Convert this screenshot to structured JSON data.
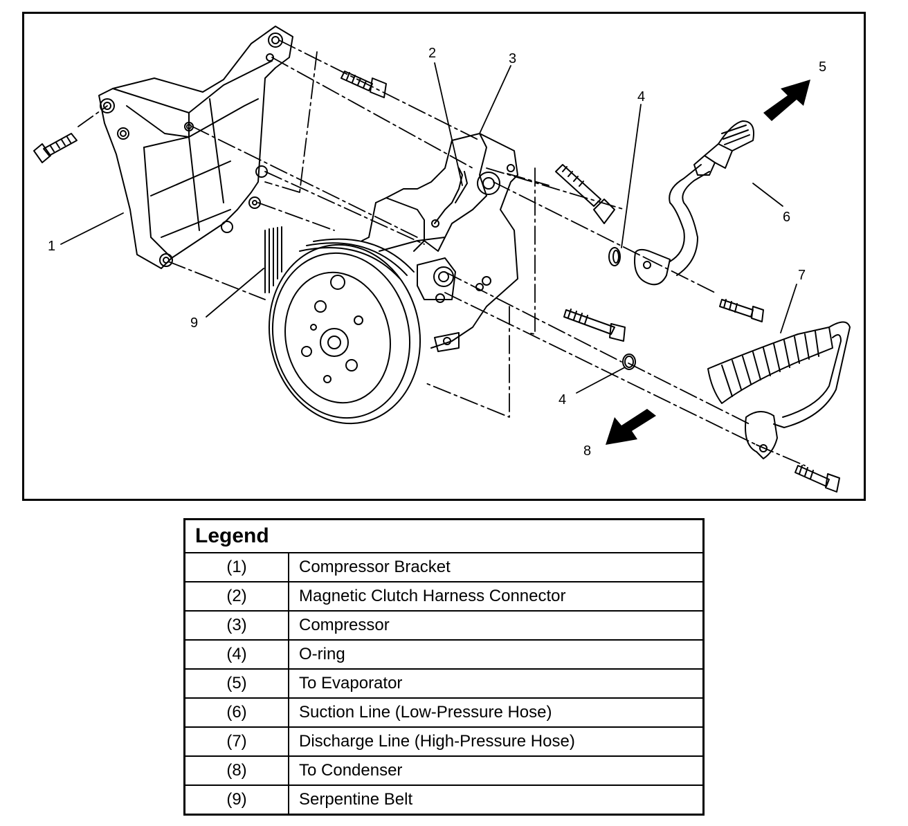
{
  "figure": {
    "description": "A/C compressor exploded view",
    "callouts": [
      "1",
      "2",
      "3",
      "4",
      "5",
      "6",
      "7",
      "4",
      "8",
      "9"
    ],
    "arrows": [
      {
        "callout": "5",
        "direction": "up-right",
        "meaning": "To Evaporator"
      },
      {
        "callout": "8",
        "direction": "down-left",
        "meaning": "To Condenser"
      }
    ]
  },
  "legend": {
    "title": "Legend",
    "items": [
      {
        "num": "(1)",
        "desc": "Compressor Bracket"
      },
      {
        "num": "(2)",
        "desc": "Magnetic Clutch Harness Connector"
      },
      {
        "num": "(3)",
        "desc": "Compressor"
      },
      {
        "num": "(4)",
        "desc": "O-ring"
      },
      {
        "num": "(5)",
        "desc": "To Evaporator"
      },
      {
        "num": "(6)",
        "desc": "Suction Line (Low-Pressure Hose)"
      },
      {
        "num": "(7)",
        "desc": "Discharge Line (High-Pressure Hose)"
      },
      {
        "num": "(8)",
        "desc": "To Condenser"
      },
      {
        "num": "(9)",
        "desc": "Serpentine Belt"
      }
    ]
  }
}
